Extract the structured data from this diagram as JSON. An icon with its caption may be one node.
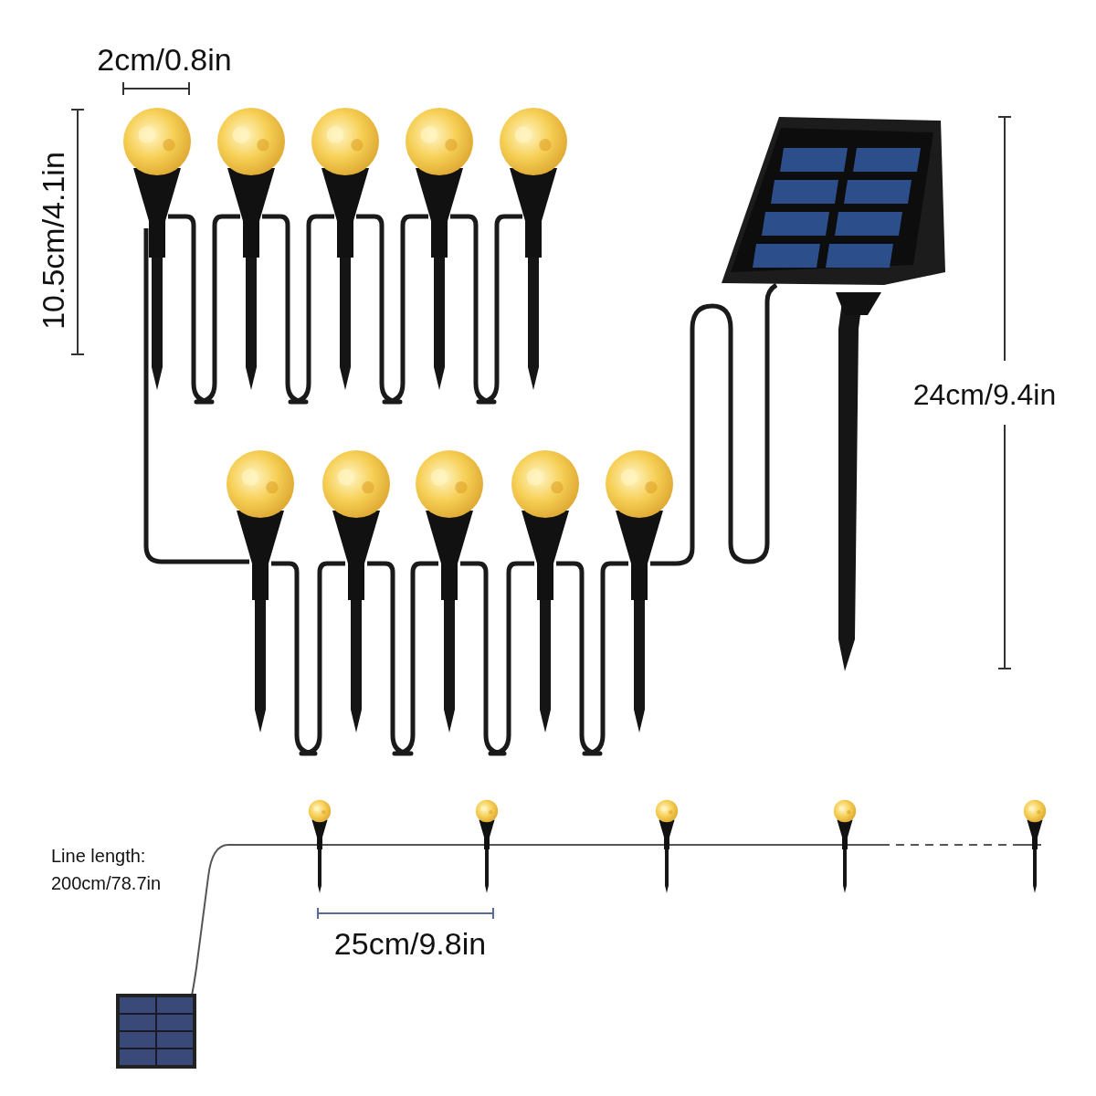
{
  "diagram": {
    "labels": [
      "2cm/0.8in",
      "10.5cm/4.1in",
      "24cm/9.4in",
      "Line length: 200cm/78.7in",
      "25cm/9.8in"
    ]
  }
}
